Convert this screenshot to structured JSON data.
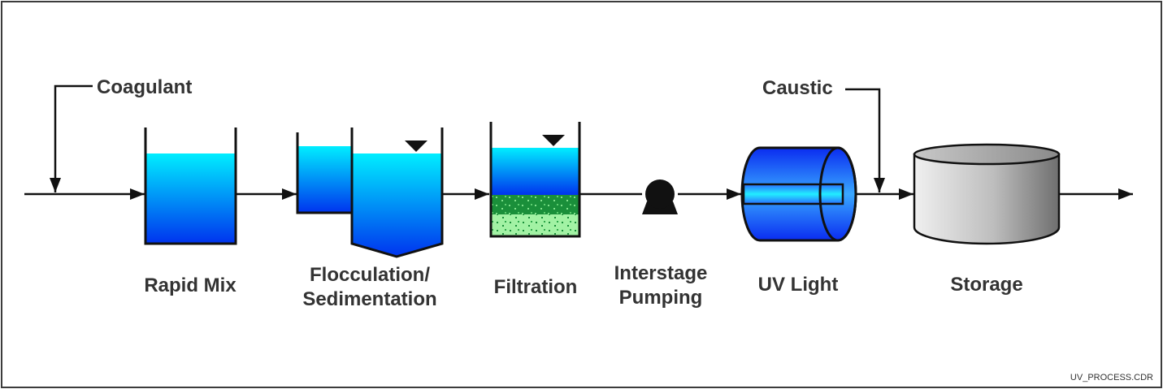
{
  "inputs": {
    "coagulant": "Coagulant",
    "caustic": "Caustic"
  },
  "stages": [
    {
      "id": "rapid_mix",
      "label": "Rapid Mix"
    },
    {
      "id": "flocculation",
      "label_line1": "Flocculation/",
      "label_line2": "Sedimentation"
    },
    {
      "id": "filtration",
      "label": "Filtration"
    },
    {
      "id": "pumping",
      "label_line1": "Interstage",
      "label_line2": "Pumping"
    },
    {
      "id": "uv_light",
      "label": "UV Light"
    },
    {
      "id": "storage",
      "label": "Storage"
    }
  ],
  "file_reference": "UV_PROCESS.CDR",
  "colors": {
    "water_top": "#00eeff",
    "water_bottom": "#0033ee",
    "filter_media_dark": "#1a8f3a",
    "filter_media_light": "#9ff0a0",
    "storage_light": "#e6e6e6",
    "storage_dark": "#7a7a7a",
    "line": "#111111"
  }
}
